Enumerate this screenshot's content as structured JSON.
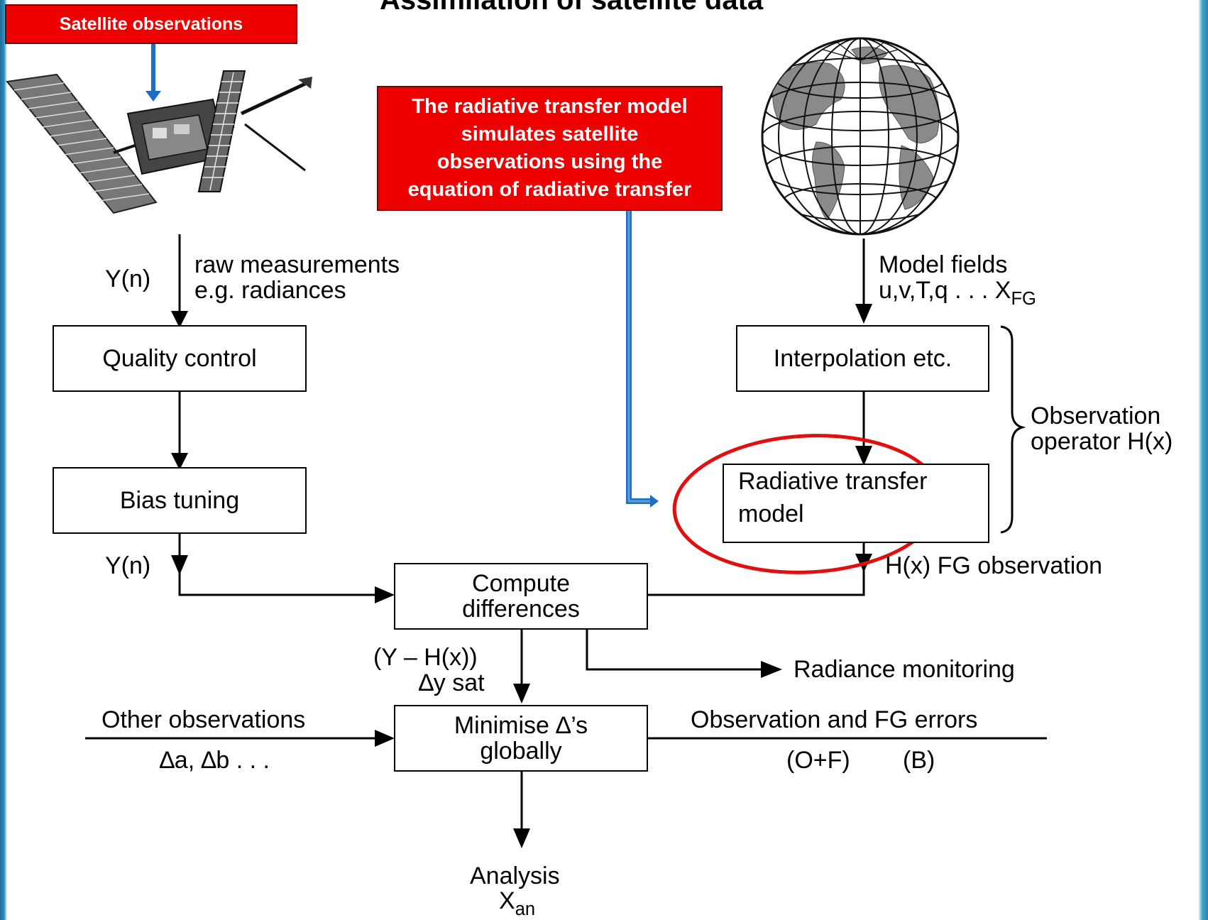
{
  "title": "Assimilation of satellite data",
  "satellite_label": "Satellite observations",
  "rt_note": [
    "The radiative transfer  model",
    "simulates satellite",
    "observations using the",
    "equation of radiative transfer"
  ],
  "left_flow": {
    "y_n_top": "Y(n)",
    "raw_line1": "raw measurements",
    "raw_line2": "e.g. radiances",
    "quality_control": "Quality control",
    "bias_tuning": "Bias tuning",
    "y_n_bottom": "Y(n)"
  },
  "right_flow": {
    "model_fields": "Model fields",
    "model_vars": "u,v,T,q . . . X",
    "model_vars_sub": "FG",
    "interpolation": "Interpolation etc.",
    "rt_model_line1": "Radiative transfer",
    "rt_model_line2": "model",
    "obs_operator_line1": "Observation",
    "obs_operator_line2": "operator H(x)",
    "hx_fg": "H(x) FG observation"
  },
  "center_flow": {
    "compute_line1": "Compute",
    "compute_line2": "differences",
    "y_minus_hx": "(Y – H(x))",
    "delta_y_sat": "∆y sat",
    "radiance_monitoring": "Radiance monitoring",
    "other_obs": "Other observations",
    "delta_ab": "∆a, ∆b . . .",
    "minimise_line1": "Minimise ∆’s",
    "minimise_line2": "globally",
    "obs_fg_errors": "Observation and FG errors",
    "of": "(O+F)",
    "b": "(B)",
    "analysis": "Analysis",
    "x_an": "X",
    "x_an_sub": "an"
  },
  "colors": {
    "red_note": "#ee0000",
    "blue_arrow": "#1e6fc0",
    "highlight_ellipse": "#e01010",
    "frame_left": "#2a7fa8",
    "frame_right": "#3fa6c8"
  },
  "icons": [
    "satellite-image",
    "globe-image"
  ]
}
